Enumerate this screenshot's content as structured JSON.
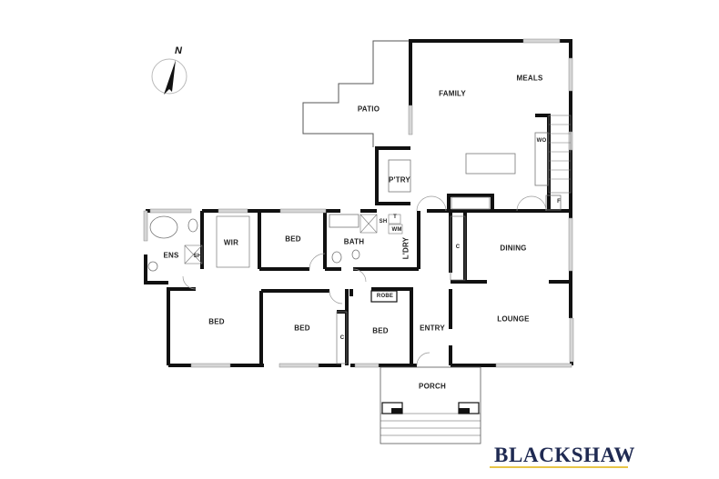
{
  "compass": {
    "label": "N",
    "icon": "north-arrow-icon"
  },
  "brand": {
    "name": "BLACKSHAW",
    "text_color": "#1f2a52",
    "underline_color": "#e8c547"
  },
  "rooms": {
    "patio": "PATIO",
    "family": "FAMILY",
    "meals": "MEALS",
    "pantry": "P'TRY",
    "wo": "WO",
    "fridge": "F",
    "ensuite": "ENS",
    "ensuite_shower": "SH",
    "wir": "WIR",
    "bed_north": "BED",
    "bath": "BATH",
    "bath_shower": "SH",
    "toilet": "T",
    "washing_machine": "WM",
    "laundry": "L'DRY",
    "cupboard_hall": "C",
    "dining": "DINING",
    "lounge": "LOUNGE",
    "entry": "ENTRY",
    "robe": "ROBE",
    "bed_master": "BED",
    "bed_middle": "BED",
    "cupboard_bed": "C",
    "bed_front": "BED",
    "porch": "PORCH"
  },
  "colors": {
    "wall": "#111111",
    "window": "#d6d6d6",
    "line": "#555555"
  }
}
